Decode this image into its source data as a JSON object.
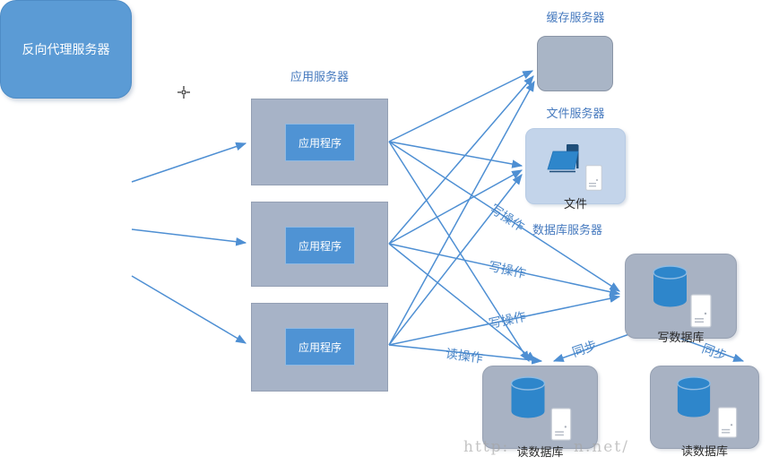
{
  "diagram_title": "web-architecture-diagram",
  "nodes": {
    "reverse_proxy": {
      "label": "反向代理服务器"
    },
    "app_group": {
      "title": "应用服务器"
    },
    "app_servers": [
      {
        "label": "应用程序"
      },
      {
        "label": "应用程序"
      },
      {
        "label": "应用程序"
      }
    ],
    "cache": {
      "title": "缓存服务器"
    },
    "file": {
      "title": "文件服务器",
      "label": "文件"
    },
    "db": {
      "title": "数据库服务器"
    },
    "write_db": {
      "label": "写数据库"
    },
    "read_db1": {
      "label": "读数据库"
    },
    "read_db2": {
      "label": "读数据库"
    }
  },
  "edges": {
    "write_ops": [
      "写操作",
      "写操作",
      "写操作"
    ],
    "read_op": "读操作",
    "sync_ops": [
      "同步",
      "同步"
    ]
  },
  "icons": {
    "folder": "folder-icon",
    "server_tower": "server-tower-icon",
    "database_cylinder": "database-cylinder-icon",
    "cursor": "crosshair-cursor"
  },
  "colors": {
    "accent_blue": "#5B9BD5",
    "line_blue": "#4E8FD3",
    "box_gray": "#A9B4C6",
    "file_box_blue": "#C3D4EA",
    "cylinder_blue": "#2E86CB",
    "folder_dark_blue": "#1F4E79",
    "title_blue": "#4579BE",
    "text_dark": "#2B2B2B",
    "watermark_gray": "#A5A5A5"
  },
  "watermark": {
    "fragments": [
      "http:",
      "n.net/"
    ]
  }
}
